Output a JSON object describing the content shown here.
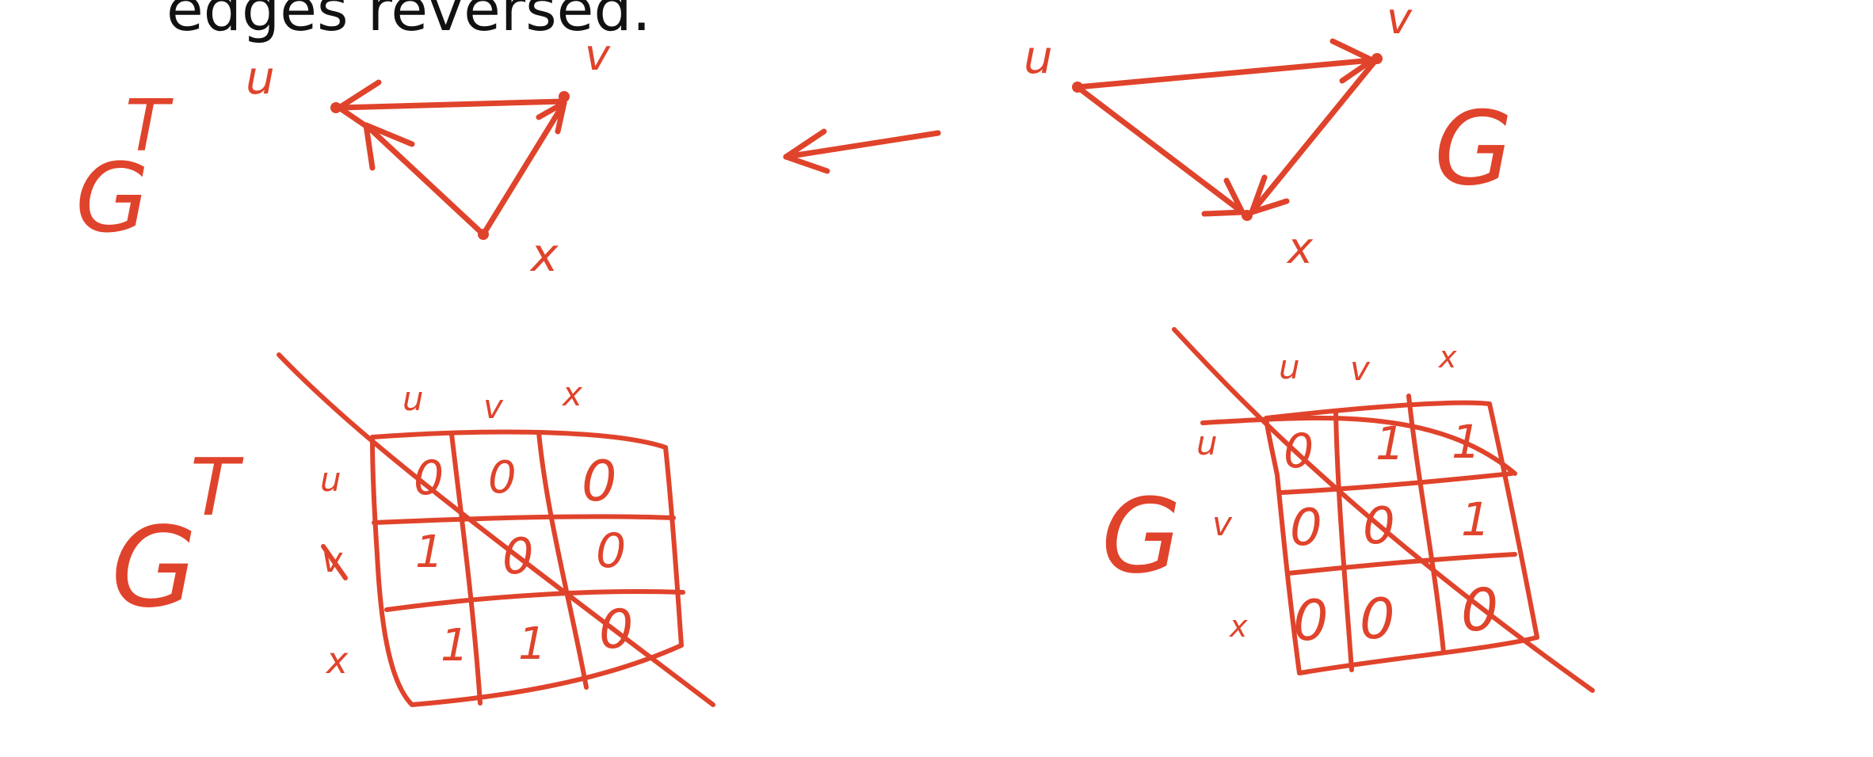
{
  "slide": {
    "partial_text": "edges reversed."
  },
  "ink_color": "#e0432b",
  "graphs": {
    "transpose": {
      "label": "G",
      "superscript": "T",
      "nodes": [
        "u",
        "v",
        "x"
      ]
    },
    "original": {
      "label": "G",
      "nodes": [
        "u",
        "v",
        "x"
      ]
    }
  },
  "matrices": {
    "transpose": {
      "label": "G",
      "superscript": "T",
      "columns": [
        "u",
        "v",
        "x"
      ],
      "rows": [
        "u",
        "v",
        "x"
      ],
      "cells": [
        [
          "0",
          "0",
          "0"
        ],
        [
          "1",
          "0",
          "0"
        ],
        [
          "1",
          "1",
          "0"
        ]
      ]
    },
    "original": {
      "label": "G",
      "columns": [
        "u",
        "v",
        "x"
      ],
      "rows": [
        "u",
        "v",
        "x"
      ],
      "cells": [
        [
          "0",
          "1",
          "1"
        ],
        [
          "0",
          "0",
          "1"
        ],
        [
          "0",
          "0",
          "0"
        ]
      ]
    }
  }
}
